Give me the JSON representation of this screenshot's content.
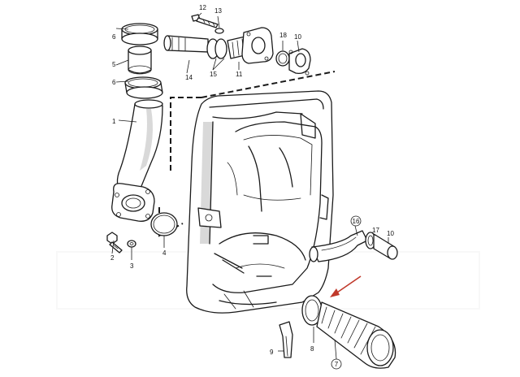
{
  "callouts": {
    "c1": "1",
    "c2": "2",
    "c3": "3",
    "c4": "4",
    "c5": "5",
    "c6a": "6",
    "c6b": "6",
    "c7": "7",
    "c8": "8",
    "c9": "9",
    "c10a": "10",
    "c10b": "10",
    "c11": "11",
    "c12": "12",
    "c13": "13",
    "c14": "14",
    "c15": "15",
    "c16": "16",
    "c17": "17",
    "c18": "18"
  },
  "colors": {
    "ink": "#1a1a1a",
    "pointer_arrow": "#c0392b"
  }
}
